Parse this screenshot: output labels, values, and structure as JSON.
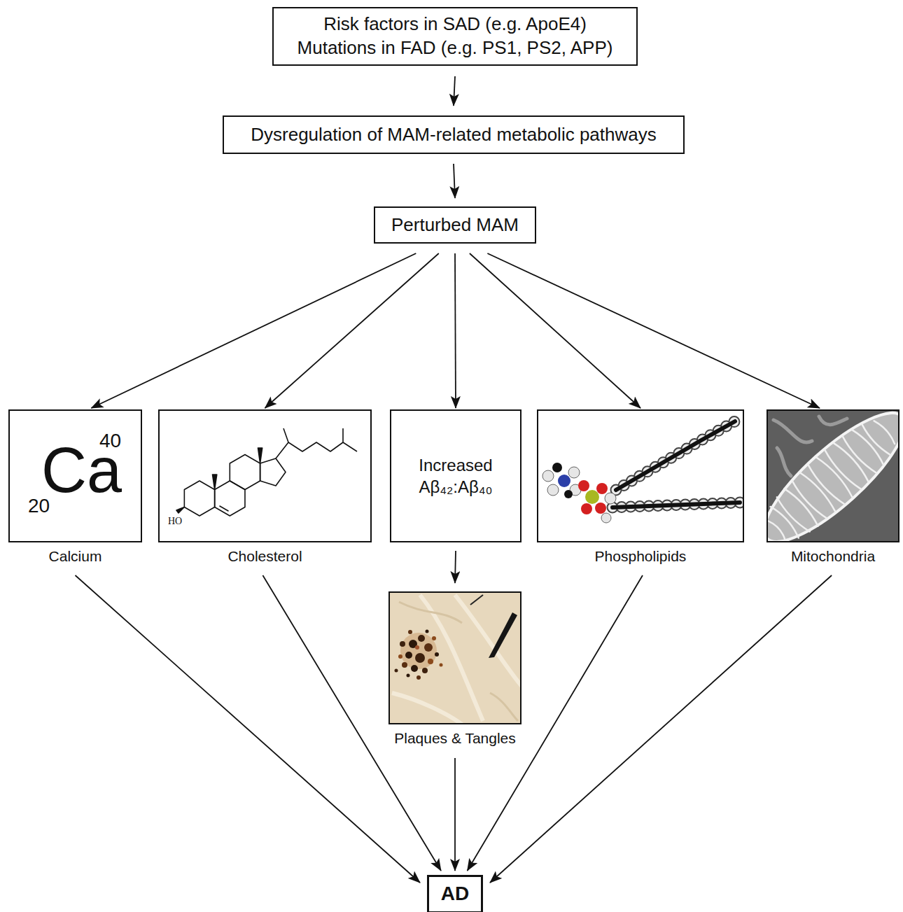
{
  "diagram": {
    "nodes": [
      {
        "text": [
          "Risk factors in SAD (e.g. ApoE4) Mutations in FAD (e.g. PS1, PS2, APP)"
        ]
      },
      {
        "text": [
          "Dysregulation of MAM-related metabolic pathways"
        ]
      },
      {
        "text": [
          "Perturbed MAM"
        ]
      },
      {
        "text": [
          "Ca",
          "40",
          "20",
          "Calcium"
        ]
      },
      {
        "text": [
          "HO",
          "Cholesterol"
        ]
      },
      {
        "text": [
          "Increased Aβ₄₂:Aβ₄₀"
        ]
      },
      {
        "text": [
          "Plaques & Tangles"
        ]
      },
      {
        "text": [
          "Phospholipids"
        ]
      },
      {
        "text": [
          "Mitochondria"
        ]
      },
      {
        "text": [
          "AD"
        ]
      }
    ],
    "edges": [
      {
        "from": 0,
        "to": 1,
        "arrow": "to"
      },
      {
        "from": 1,
        "to": 2,
        "arrow": "to"
      },
      {
        "from": 2,
        "to": 3,
        "arrow": "to"
      },
      {
        "from": 2,
        "to": 4,
        "arrow": "to"
      },
      {
        "from": 2,
        "to": 5,
        "arrow": "to"
      },
      {
        "from": 2,
        "to": 7,
        "arrow": "to"
      },
      {
        "from": 2,
        "to": 8,
        "arrow": "to"
      },
      {
        "from": 5,
        "to": 6,
        "arrow": "to"
      },
      {
        "from": 3,
        "to": 9,
        "arrow": "to"
      },
      {
        "from": 4,
        "to": 9,
        "arrow": "to"
      },
      {
        "from": 6,
        "to": 9,
        "arrow": "to"
      },
      {
        "from": 7,
        "to": 9,
        "arrow": "to"
      },
      {
        "from": 8,
        "to": 9,
        "arrow": "to"
      }
    ]
  }
}
